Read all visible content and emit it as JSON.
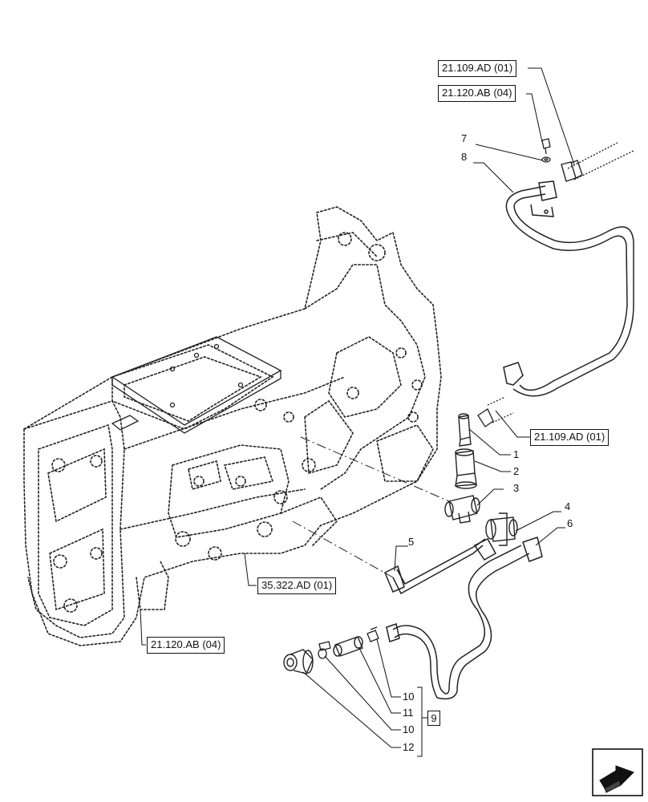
{
  "refs": {
    "r1": "21.109.AD (01)",
    "r2": "21.120.AB (04)",
    "r3": "21.109.AD (01)",
    "r4": "35.322.AD (01)",
    "r5": "21.120.AB (04)"
  },
  "callouts": {
    "c7": "7",
    "c8": "8",
    "c1": "1",
    "c2": "2",
    "c3": "3",
    "c4": "4",
    "c6": "6",
    "c5": "5",
    "c10a": "10",
    "c11": "11",
    "c10b": "10",
    "c12": "12",
    "c9": "9"
  },
  "icons": {
    "nav": "arrow-next-page-icon"
  }
}
